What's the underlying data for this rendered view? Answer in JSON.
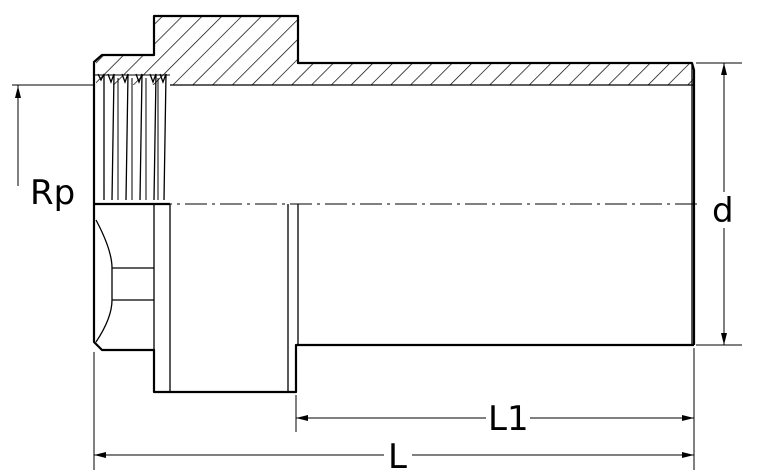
{
  "labels": {
    "thread": "Rp",
    "diameter": "d",
    "socket_length": "L1",
    "overall_length": "L"
  }
}
